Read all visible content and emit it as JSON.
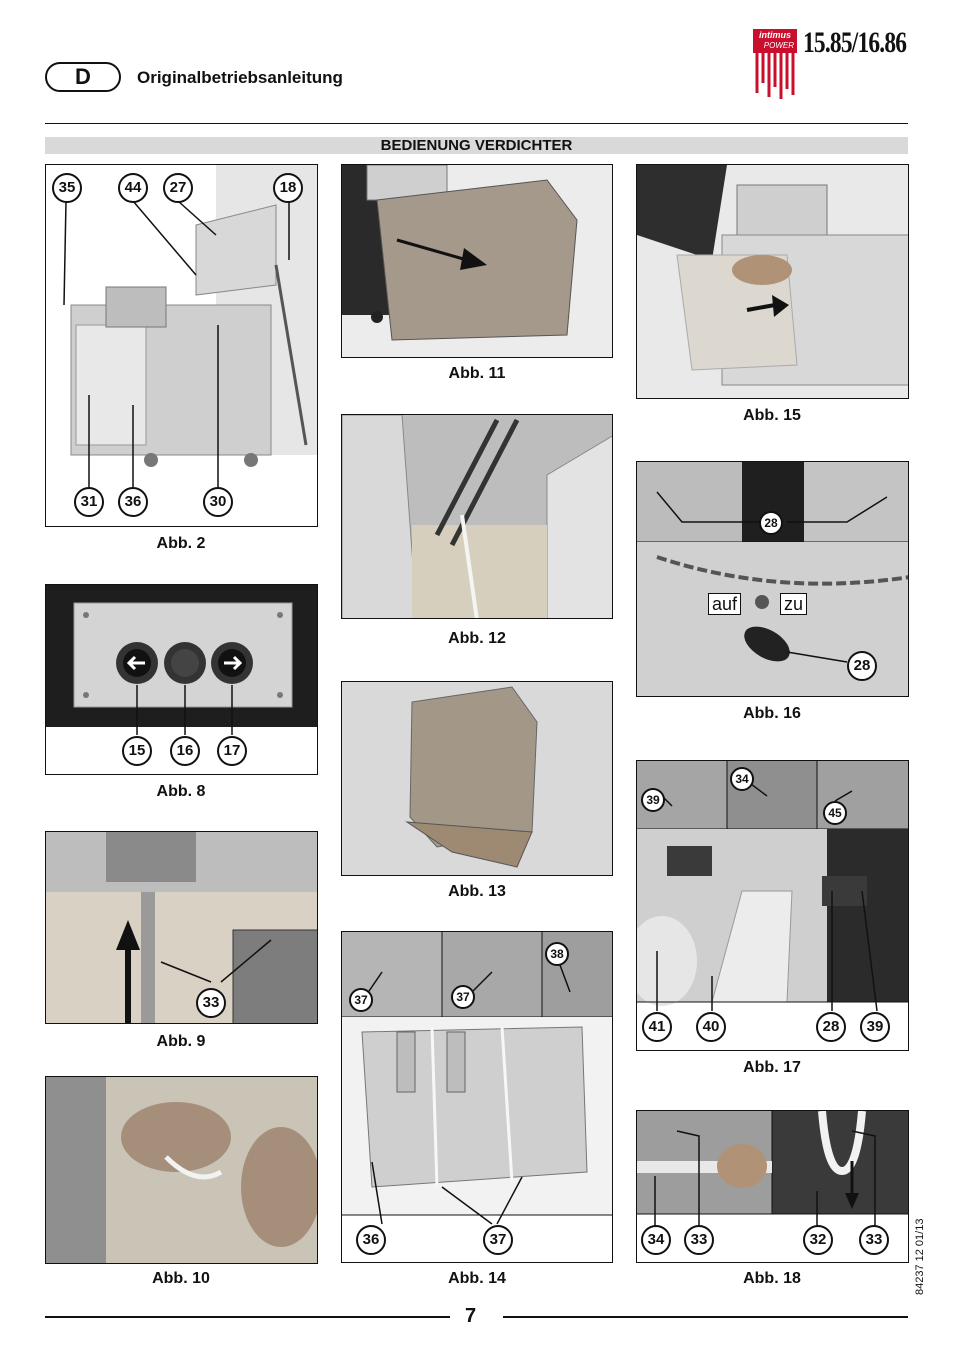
{
  "header": {
    "language": "D",
    "doc_title": "Originalbetriebsanleitung",
    "logo_brand": "intimus",
    "logo_sub": "POWER",
    "model": "15.85/16.86"
  },
  "section_title": "BEDIENUNG VERDICHTER",
  "figures": {
    "abb2": {
      "caption": "Abb. 2",
      "callouts": [
        "35",
        "44",
        "27",
        "18",
        "31",
        "36",
        "30"
      ]
    },
    "abb8": {
      "caption": "Abb. 8",
      "callouts": [
        "15",
        "16",
        "17"
      ]
    },
    "abb9": {
      "caption": "Abb. 9",
      "callouts": [
        "33"
      ]
    },
    "abb10": {
      "caption": "Abb. 10",
      "callouts": []
    },
    "abb11": {
      "caption": "Abb. 11",
      "callouts": []
    },
    "abb12": {
      "caption": "Abb. 12",
      "callouts": []
    },
    "abb13": {
      "caption": "Abb. 13",
      "callouts": []
    },
    "abb14": {
      "caption": "Abb. 14",
      "callouts": [
        "37",
        "37",
        "38",
        "36",
        "37"
      ]
    },
    "abb15": {
      "caption": "Abb. 15",
      "callouts": []
    },
    "abb16": {
      "caption": "Abb. 16",
      "callouts": [
        "28",
        "28"
      ],
      "labels": [
        "auf",
        "zu"
      ]
    },
    "abb17": {
      "caption": "Abb. 17",
      "callouts": [
        "34",
        "39",
        "45",
        "41",
        "40",
        "28",
        "39"
      ]
    },
    "abb18": {
      "caption": "Abb. 18",
      "callouts": [
        "34",
        "33",
        "32",
        "33"
      ]
    }
  },
  "footer": {
    "page_number": "7",
    "doc_number": "84237 12 01/13"
  }
}
